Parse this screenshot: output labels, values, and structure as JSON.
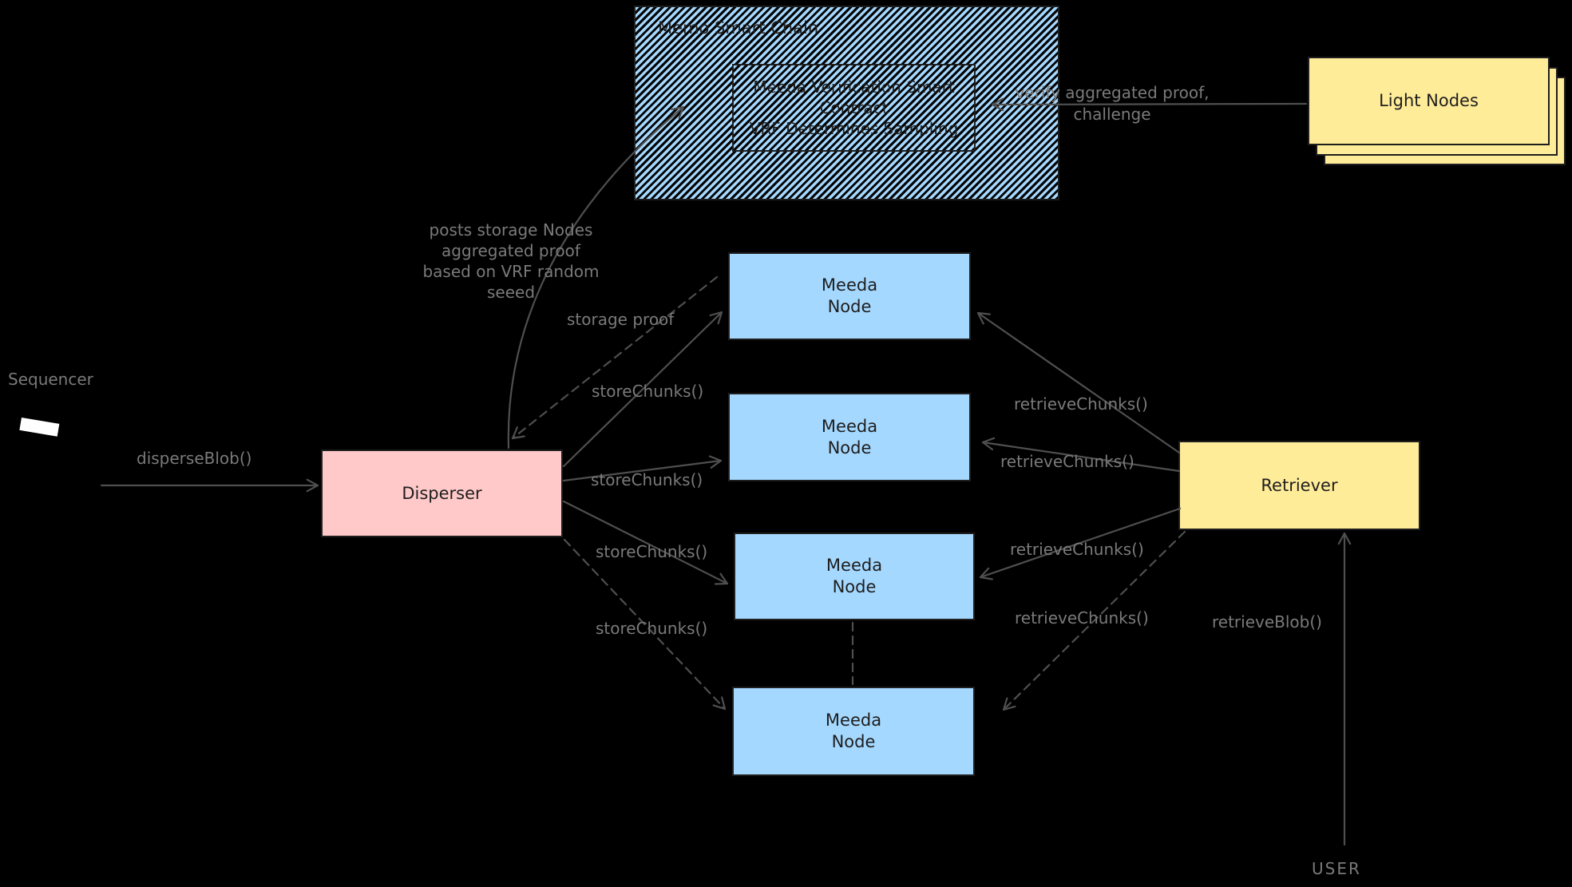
{
  "diagram": {
    "chain": {
      "title": "Memo Smart Chain",
      "contract": [
        "Meeda Verification Smart",
        "Contract",
        "VRF Determines Sampling"
      ]
    },
    "light_nodes": {
      "label": "Light Nodes"
    },
    "sequencer": {
      "label": "Sequencer"
    },
    "disperser": {
      "label": "Disperser"
    },
    "retriever": {
      "label": "Retriever"
    },
    "user": {
      "label": "USER"
    },
    "meeda_nodes": [
      {
        "line1": "Meeda",
        "line2": "Node"
      },
      {
        "line1": "Meeda",
        "line2": "Node"
      },
      {
        "line1": "Meeda",
        "line2": "Node"
      },
      {
        "line1": "Meeda",
        "line2": "Node"
      }
    ],
    "labels": {
      "disperse_blob": "disperseBlob()",
      "posts_proof": [
        "posts storage Nodes",
        "aggregated proof",
        "based on VRF random",
        "seeed"
      ],
      "storage_proof": "storage proof",
      "store_chunks": "storeChunks()",
      "retrieve_chunks": "retrieveChunks()",
      "retrieve_blob": "retrieveBlob()",
      "verify": [
        "verify aggregated proof,",
        "challenge"
      ]
    },
    "colors": {
      "background": "#000000",
      "node_blue": "#a5d8ff",
      "disperser_pink": "#ffc9c9",
      "retriever_yellow": "#ffec99",
      "stroke_dark": "#1e1e1e",
      "label_gray": "#7a7a7a",
      "arrow_gray": "#4f4f4f"
    }
  }
}
